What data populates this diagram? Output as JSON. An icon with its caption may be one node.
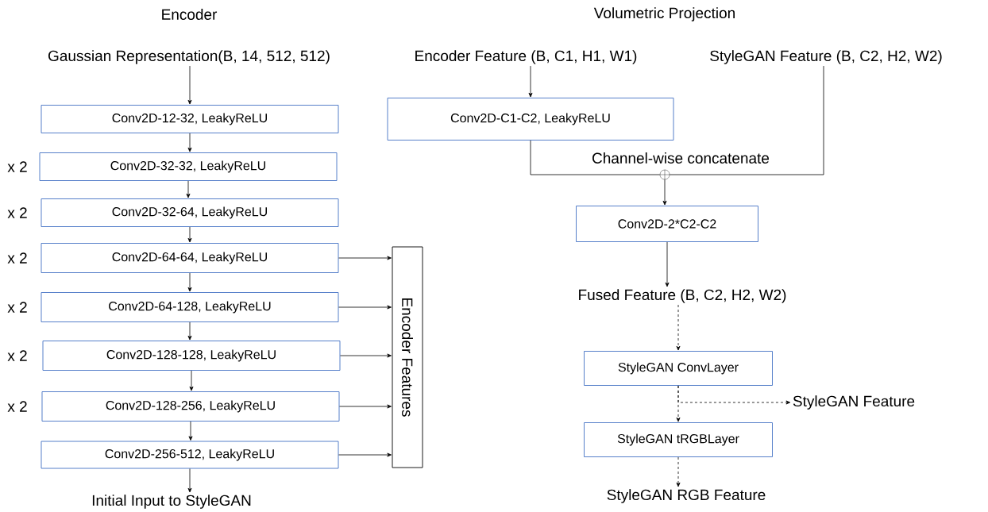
{
  "diagram": {
    "nodes": [
      {
        "text": [
          "Gaussian Representation(B, 14, 512, 512)"
        ]
      },
      {
        "text": [
          "Conv2D-12-32, LeakyReLU"
        ]
      },
      {
        "text": [
          "Conv2D-32-32, LeakyReLU"
        ]
      },
      {
        "text": [
          "Conv2D-32-64, LeakyReLU"
        ]
      },
      {
        "text": [
          "Conv2D-64-64, LeakyReLU"
        ]
      },
      {
        "text": [
          "Conv2D-64-128, LeakyReLU"
        ]
      },
      {
        "text": [
          "Conv2D-128-128, LeakyReLU"
        ]
      },
      {
        "text": [
          "Conv2D-128-256, LeakyReLU"
        ]
      },
      {
        "text": [
          "Conv2D-256-512, LeakyReLU"
        ]
      },
      {
        "text": [
          "Initial Input to StyleGAN"
        ]
      },
      {
        "text": [
          "Encoder Features"
        ]
      },
      {
        "text": [
          "Encoder Feature (B, C1, H1, W1)"
        ]
      },
      {
        "text": [
          "StyleGAN Feature (B, C2, H2, W2)"
        ]
      },
      {
        "text": [
          "Conv2D-C1-C2, LeakyReLU"
        ]
      },
      {
        "text": [],
        "shape": "circle"
      },
      {
        "text": [
          "Conv2D-2*C2-C2"
        ]
      },
      {
        "text": [
          "Fused Feature (B, C2, H2, W2)"
        ]
      },
      {
        "text": [
          "StyleGAN ConvLayer"
        ]
      },
      {
        "text": [
          "StyleGAN tRGBLayer"
        ]
      },
      {
        "text": [
          "StyleGAN Feature"
        ]
      },
      {
        "text": [
          "StyleGAN RGB Feature"
        ]
      }
    ],
    "edges": [
      {
        "from": 0,
        "to": 1,
        "arrow": "to"
      },
      {
        "from": 1,
        "to": 2,
        "arrow": "to"
      },
      {
        "from": 2,
        "to": 3,
        "arrow": "to"
      },
      {
        "from": 3,
        "to": 4,
        "arrow": "to"
      },
      {
        "from": 4,
        "to": 5,
        "arrow": "to"
      },
      {
        "from": 5,
        "to": 6,
        "arrow": "to"
      },
      {
        "from": 6,
        "to": 7,
        "arrow": "to"
      },
      {
        "from": 7,
        "to": 8,
        "arrow": "to"
      },
      {
        "from": 8,
        "to": 9,
        "arrow": "to"
      },
      {
        "from": 4,
        "to": 10,
        "arrow": "to"
      },
      {
        "from": 5,
        "to": 10,
        "arrow": "to"
      },
      {
        "from": 6,
        "to": 10,
        "arrow": "to"
      },
      {
        "from": 7,
        "to": 10,
        "arrow": "to"
      },
      {
        "from": 8,
        "to": 10,
        "arrow": "to"
      },
      {
        "from": 11,
        "to": 13,
        "arrow": "to"
      },
      {
        "from": 13,
        "to": 14,
        "arrow": "none"
      },
      {
        "from": 12,
        "to": 14,
        "arrow": "none"
      },
      {
        "from": 14,
        "to": 15,
        "arrow": "to"
      },
      {
        "from": 15,
        "to": 16,
        "arrow": "to"
      },
      {
        "from": 16,
        "to": 17,
        "arrow": "to",
        "style": "dashed"
      },
      {
        "from": 17,
        "to": 18,
        "arrow": "to",
        "style": "dashed"
      },
      {
        "from": 17,
        "to": 19,
        "arrow": "to",
        "style": "dashed"
      },
      {
        "from": 18,
        "to": 20,
        "arrow": "to",
        "style": "dashed"
      }
    ],
    "labels": [
      "Encoder",
      "Volumetric Projection",
      "Channel-wise concatenate",
      "x 2",
      "x 2",
      "x 2",
      "x 2",
      "x 2",
      "x 2"
    ]
  }
}
